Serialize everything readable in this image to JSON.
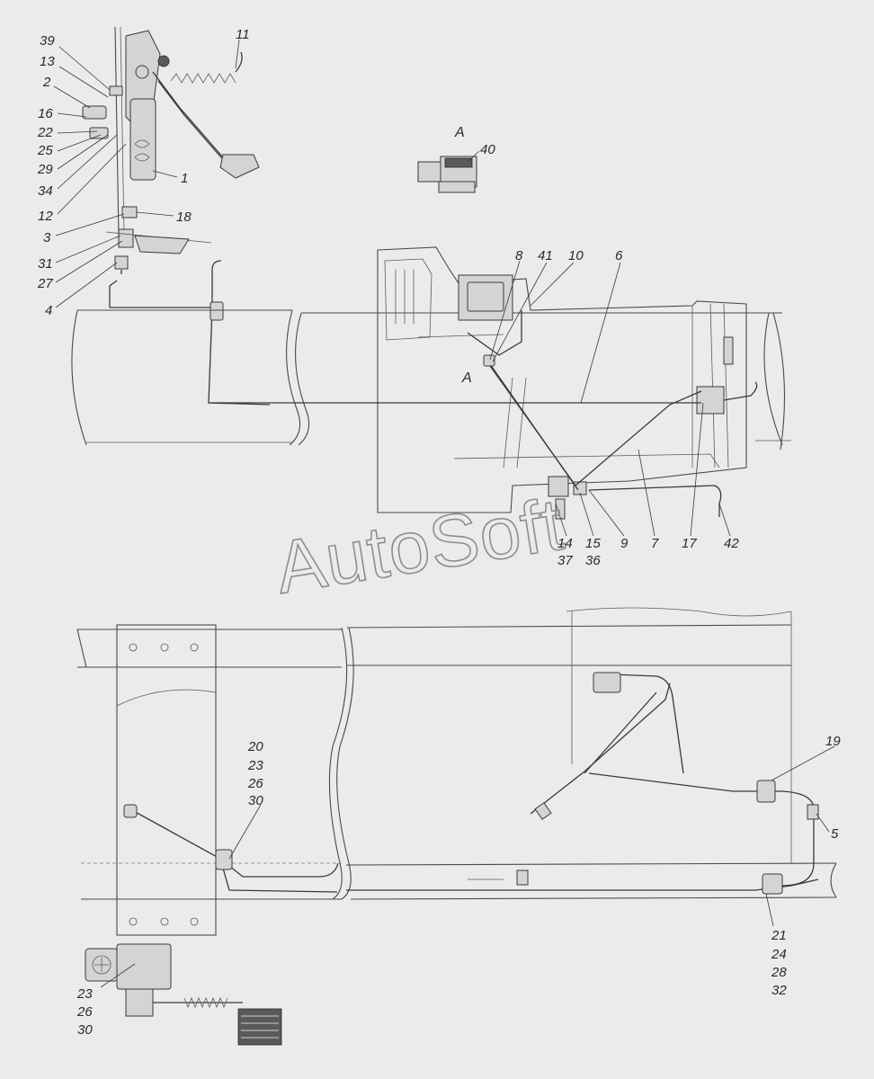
{
  "watermark": "AutoSoft",
  "view_label": "A",
  "section_label": "A",
  "callouts": {
    "c39": "39",
    "c13": "13",
    "c2": "2",
    "c16": "16",
    "c22": "22",
    "c25": "25",
    "c29": "29",
    "c34": "34",
    "c12": "12",
    "c3": "3",
    "c31": "31",
    "c27": "27",
    "c4": "4",
    "c11": "11",
    "c1": "1",
    "c18": "18",
    "c40": "40",
    "c8": "8",
    "c41": "41",
    "c10": "10",
    "c6": "6",
    "c14": "14",
    "c37": "37",
    "c15": "15",
    "c36": "36",
    "c9": "9",
    "c7": "7",
    "c17": "17",
    "c42": "42",
    "c20": "20",
    "c23a": "23",
    "c26a": "26",
    "c30a": "30",
    "c19": "19",
    "c5": "5",
    "c21": "21",
    "c24": "24",
    "c28": "28",
    "c32": "32",
    "c23b": "23",
    "c26b": "26",
    "c30b": "30"
  }
}
